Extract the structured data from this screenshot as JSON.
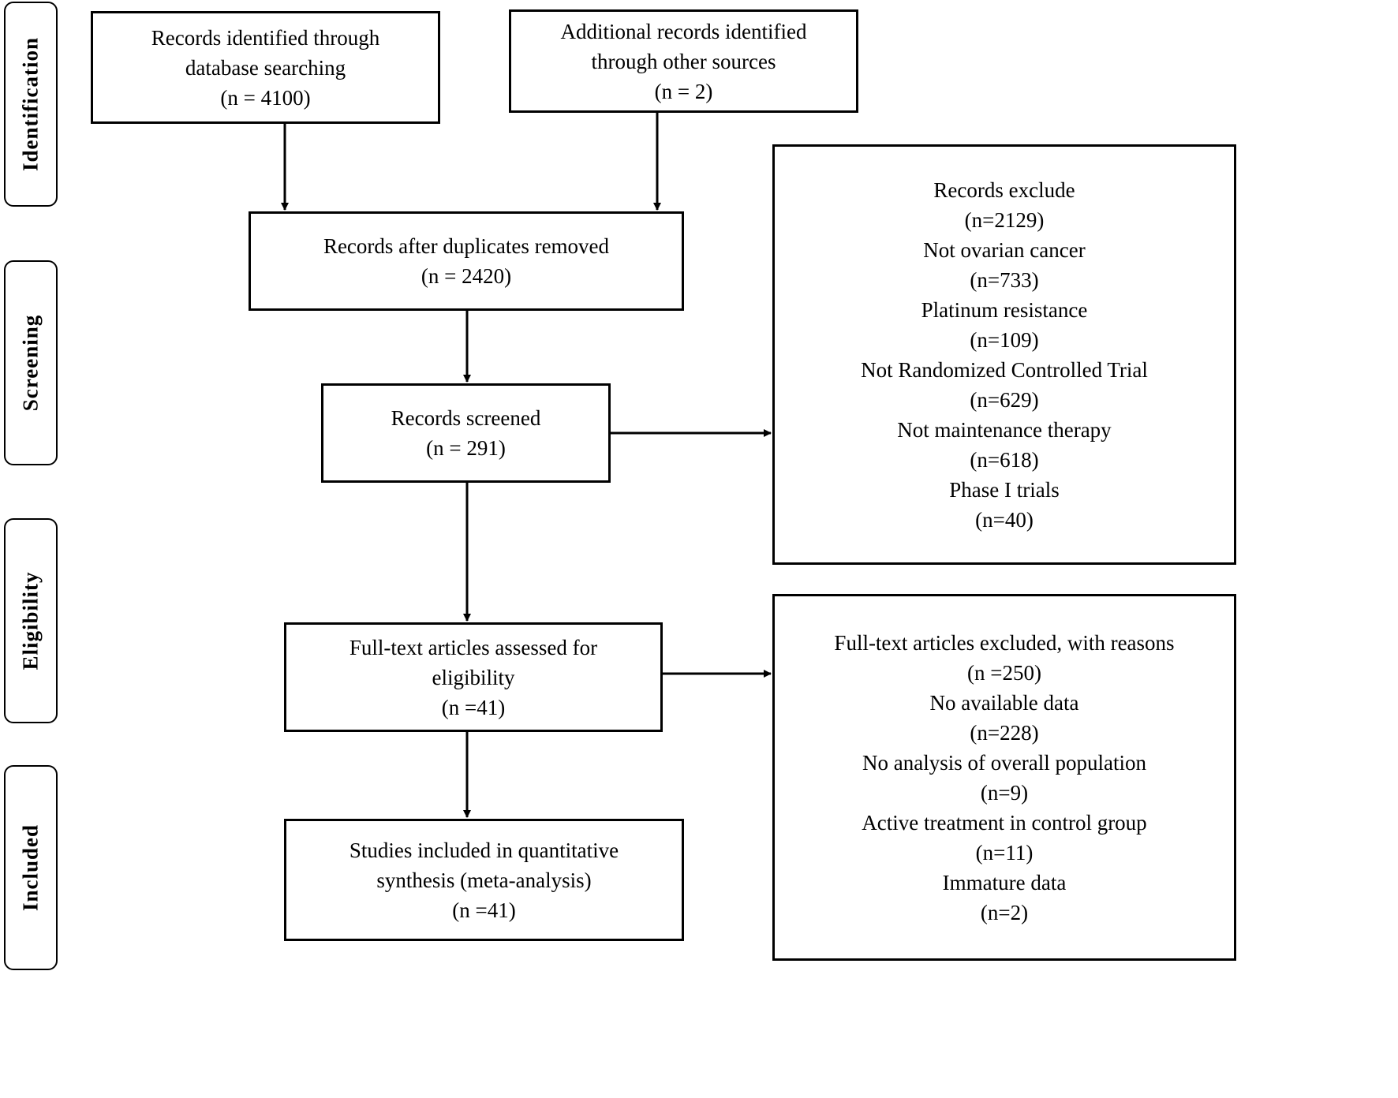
{
  "stages": [
    "Identification",
    "Screening",
    "Eligibility",
    "Included"
  ],
  "boxes": {
    "database": [
      "Records identified through",
      "database searching",
      "(n = 4100)"
    ],
    "other_sources": [
      "Additional records identified",
      "through other sources",
      "(n = 2)"
    ],
    "duplicates_removed": [
      "Records after duplicates removed",
      "(n = 2420)"
    ],
    "screened": [
      "Records screened",
      "(n = 291)"
    ],
    "excluded": [
      "Records exclude",
      "(n=2129)",
      "Not ovarian cancer",
      "(n=733)",
      "Platinum resistance",
      "(n=109)",
      "Not Randomized Controlled Trial",
      "(n=629)",
      "Not maintenance therapy",
      "(n=618)",
      "Phase I trials",
      "(n=40)"
    ],
    "fulltext": [
      "Full-text articles assessed for",
      "eligibility",
      "(n =41)"
    ],
    "fulltext_excluded": [
      "Full-text articles excluded, with reasons",
      "(n =250)",
      "No available data",
      "(n=228)",
      "No analysis of overall population",
      "(n=9)",
      "Active treatment in control group",
      "(n=11)",
      "Immature data",
      "(n=2)"
    ],
    "included": [
      "Studies included in quantitative",
      "synthesis (meta-analysis)",
      "(n =41)"
    ]
  }
}
